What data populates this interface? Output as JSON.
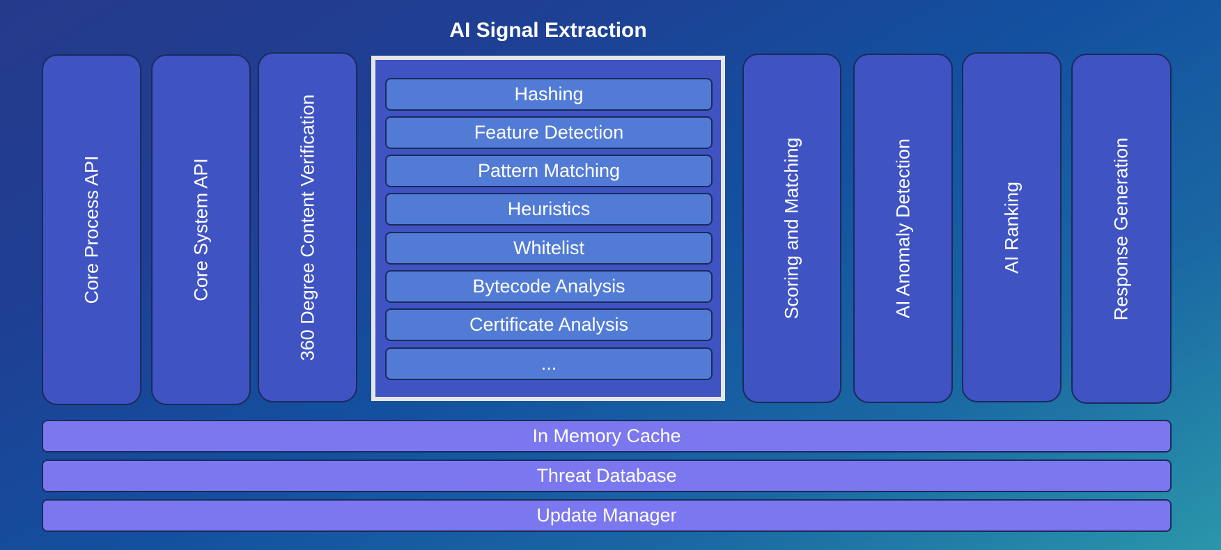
{
  "title": "AI Signal Extraction",
  "left_columns": [
    {
      "label": "Core Process API"
    },
    {
      "label": "Core System API"
    },
    {
      "label": "360 Degree Content Verification"
    }
  ],
  "signal_extraction": {
    "items": [
      {
        "label": "Hashing"
      },
      {
        "label": "Feature Detection"
      },
      {
        "label": "Pattern Matching"
      },
      {
        "label": "Heuristics"
      },
      {
        "label": "Whitelist"
      },
      {
        "label": "Bytecode Analysis"
      },
      {
        "label": "Certificate Analysis"
      },
      {
        "label": "..."
      }
    ]
  },
  "right_columns": [
    {
      "label": "Scoring and Matching"
    },
    {
      "label": "AI Anomaly Detection"
    },
    {
      "label": "AI Ranking"
    },
    {
      "label": "Response Generation"
    }
  ],
  "bottom_layers": [
    {
      "label": "In Memory Cache"
    },
    {
      "label": "Threat Database"
    },
    {
      "label": "Update Manager"
    }
  ],
  "colors": {
    "column_fill": "#3f53c2",
    "item_fill": "#527bd6",
    "layer_fill": "#7a77ef",
    "box_border": "#e6e6e6",
    "outline": "#1b2a5c"
  }
}
